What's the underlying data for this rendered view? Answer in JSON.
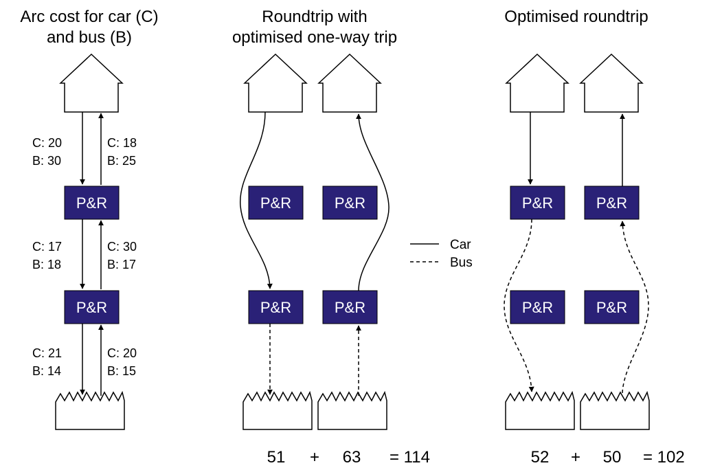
{
  "titles": {
    "panel1": [
      "Arc cost for car (C)",
      "and bus (B)"
    ],
    "panel2": [
      "Roundtrip with",
      "optimised one-way trip"
    ],
    "panel3": [
      "Optimised roundtrip"
    ]
  },
  "park_and_ride_label": "P&R",
  "arc_costs": [
    {
      "segment": "home-to-P&R-1",
      "down": [
        "C: 20",
        "B: 30"
      ],
      "up": [
        "C: 18",
        "B: 25"
      ]
    },
    {
      "segment": "P&R-1-to-P&R-2",
      "down": [
        "C: 17",
        "B: 18"
      ],
      "up": [
        "C: 30",
        "B: 17"
      ]
    },
    {
      "segment": "P&R-2-to-work",
      "down": [
        "C: 21",
        "B: 14"
      ],
      "up": [
        "C: 20",
        "B: 15"
      ]
    }
  ],
  "legend": [
    {
      "style": "solid",
      "label": "Car"
    },
    {
      "style": "dashed",
      "label": "Bus"
    }
  ],
  "totals": {
    "panel2": {
      "outbound": "51",
      "plus": "+",
      "inbound": "63",
      "total": "= 114"
    },
    "panel3": {
      "outbound": "52",
      "plus": "+",
      "inbound": "50",
      "total": "= 102"
    }
  },
  "colors": {
    "park_and_ride_box": "#2a2177",
    "park_and_ride_text": "#ffffff",
    "lines": "#000000"
  }
}
